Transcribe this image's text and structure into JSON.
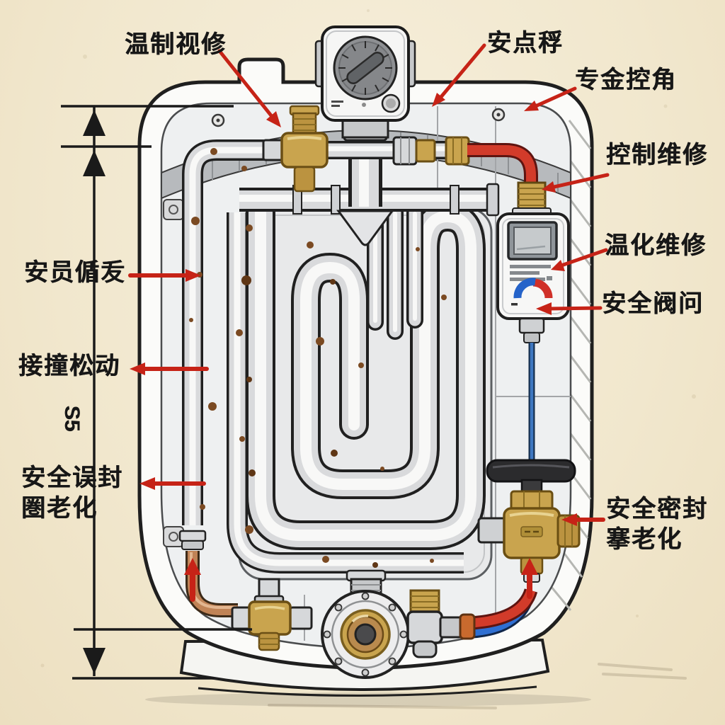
{
  "diagram": {
    "type": "water-heater-cutaway-maintenance-diagram",
    "labels": {
      "top_left": {
        "text": "温制视修"
      },
      "top_right": {
        "text": "安点稃"
      },
      "right_top": {
        "text": "专金控角"
      },
      "right_control": {
        "text": "控制维修"
      },
      "right_temp": {
        "text": "温化维修"
      },
      "right_valve": {
        "text": "安全阀问"
      },
      "left_top": {
        "text": "安员偱叐"
      },
      "left_mid": {
        "text": "接撞松动"
      },
      "left_bottom": {
        "line1": "安全误封",
        "line2": "圏老化"
      },
      "bottom_right": {
        "line1": "安全密封",
        "line2": "搴老化"
      },
      "dimension": {
        "text": "S5"
      }
    },
    "colors": {
      "background": "#f1e7cd",
      "annotation_red": "#c62317",
      "label_text": "#171717",
      "outline": "#1f1f1f",
      "shell": "#fbfbf9",
      "brass": "#c9a44e",
      "copper": "#c08356",
      "red_pipe": "#d23b2a",
      "blue_pipe": "#2f6fd2",
      "corrosion": "#7b4a22"
    }
  }
}
